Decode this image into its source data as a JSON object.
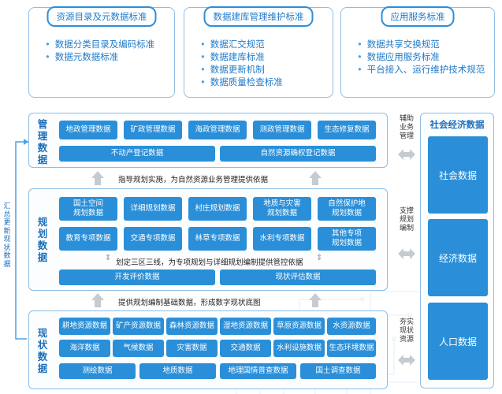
{
  "standards": [
    {
      "title": "资源目录及元数据标准",
      "items": [
        "数据分类目录及编码标准",
        "数据元数据标准"
      ]
    },
    {
      "title": "数据建库管理维护标准",
      "items": [
        "数据汇交规范",
        "数据建库标准",
        "数据更新机制",
        "数据质量检查标准"
      ]
    },
    {
      "title": "应用服务标准",
      "items": [
        "数据共享交换规范",
        "数据应用服务标准",
        "平台接入、运行维护技术规范"
      ]
    }
  ],
  "layers": {
    "management": {
      "label": "管理数据",
      "row1": [
        "地政管理数据",
        "矿政管理数据",
        "海政管理数据",
        "测政管理数据",
        "生态修复数据"
      ],
      "row2": [
        "不动产登记数据",
        "自然资源确权登记数据"
      ]
    },
    "planning": {
      "label": "规划数据",
      "row1": [
        "国土空间\n规划数据",
        "详细规划数据",
        "村庄规划数据",
        "地质与灾害\n规划数据",
        "自然保护地\n规划数据"
      ],
      "row2": [
        "教育专项数据",
        "交通专项数据",
        "林草专项数据",
        "水利专项数据",
        "其他专项\n规划数据"
      ],
      "row3": [
        "开发评价数据",
        "现状评估数据"
      ]
    },
    "current": {
      "label": "现状数据",
      "row1": [
        "耕地资源数据",
        "矿产资源数据",
        "森林资源数据",
        "湿地资源数据",
        "草原资源数据",
        "水资源数据"
      ],
      "row2": [
        "海洋数据",
        "气候数据",
        "灾害数据",
        "交通数据",
        "水利设施数据",
        "生态环境数据"
      ],
      "row3": [
        "测绘数据",
        "地质数据",
        "地理国情普查数据",
        "国土调查数据"
      ]
    }
  },
  "connectors": {
    "mgmt_planning": "指导规划实施，为自然资源业务管理提供依据",
    "planning_internal": "划定三区三线，为专项规划与详细规划编制提供管控依据",
    "planning_current": "提供规划编制基础数据，形成数字现状底图"
  },
  "side_labels": {
    "management": "辅助业务管理",
    "planning": "支撑规划编制",
    "current": "夯实现状资源"
  },
  "left_label": "汇总更新现状数据",
  "social": {
    "title": "社会经济数据",
    "items": [
      "社会数据",
      "经济数据",
      "人口数据"
    ]
  }
}
